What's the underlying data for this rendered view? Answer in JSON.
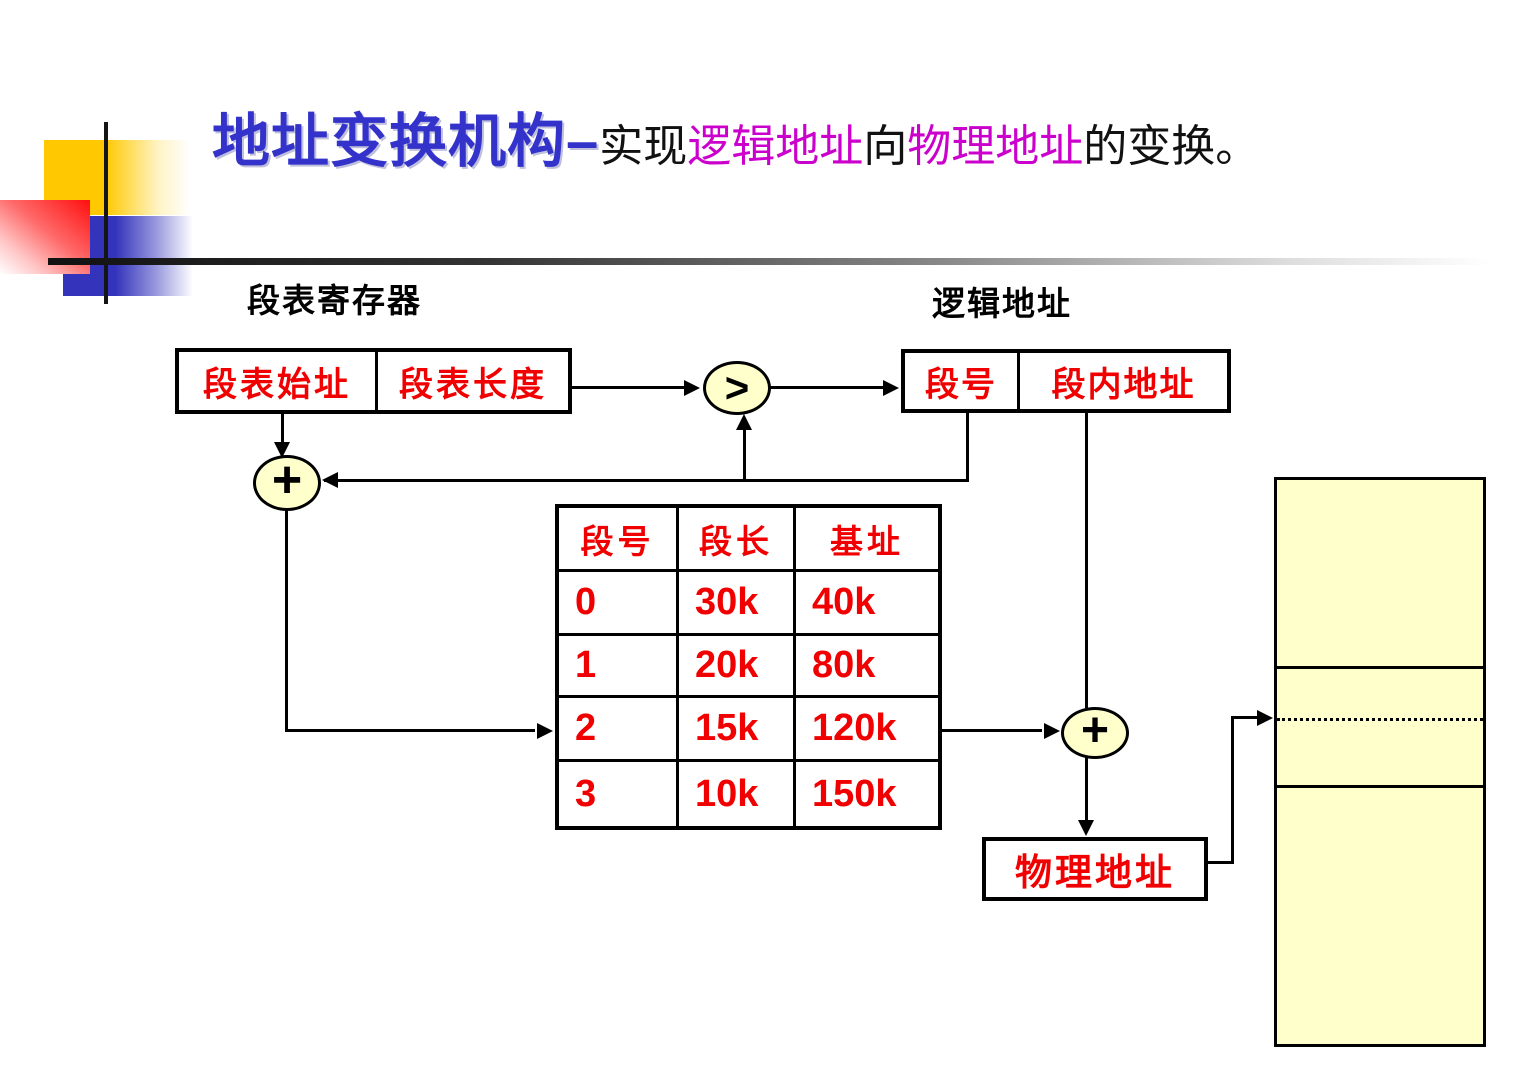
{
  "slide": {
    "title_main": "地址变换机构",
    "title_dash": "–",
    "title_seg_1": "实现",
    "title_seg_2": "逻辑地址",
    "title_seg_3": "向",
    "title_seg_4": "物理地址",
    "title_seg_5": "的变换。"
  },
  "register": {
    "label": "段表寄存器",
    "cells": [
      "段表始址",
      "段表长度"
    ]
  },
  "logical": {
    "label": "逻辑地址",
    "cells": [
      "段号",
      "段内地址"
    ]
  },
  "operators": {
    "compare": ">",
    "add_left": "+",
    "add_right": "+"
  },
  "segment_table": {
    "headers": [
      "段号",
      "段长",
      "基址"
    ],
    "rows": [
      [
        "0",
        "30k",
        "40k"
      ],
      [
        "1",
        "20k",
        "80k"
      ],
      [
        "2",
        "15k",
        "120k"
      ],
      [
        "3",
        "10k",
        "150k"
      ]
    ]
  },
  "physical": {
    "label": "物理地址"
  },
  "colors": {
    "title_blue": "#3333CC",
    "highlight_magenta": "#CC00CC",
    "diagram_red": "#F00000",
    "node_fill": "#FFFFCC",
    "memory_fill": "#FFFFCC"
  }
}
